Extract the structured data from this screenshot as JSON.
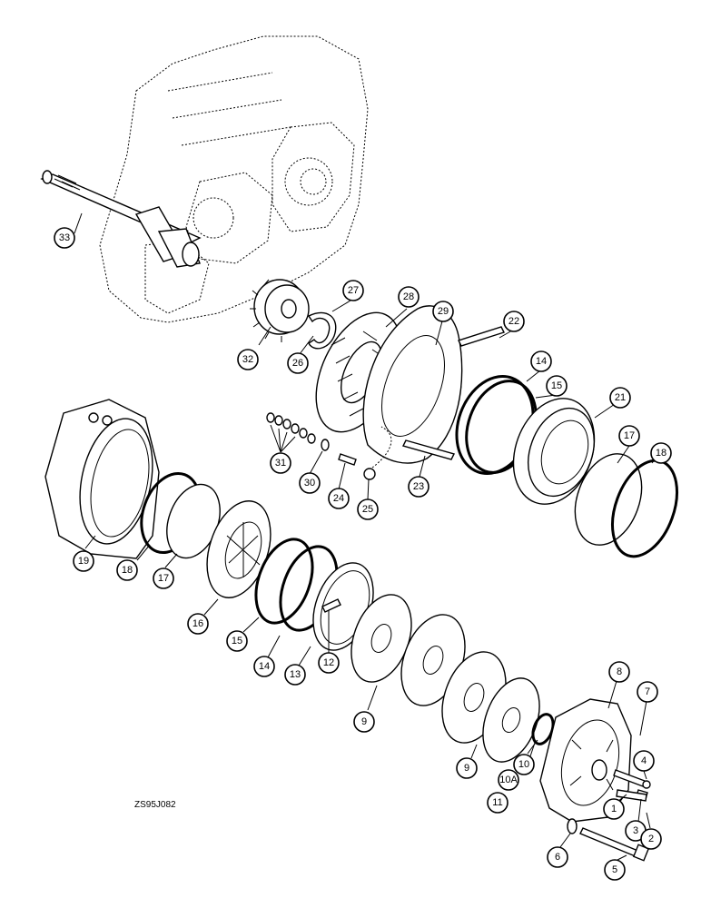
{
  "figure_id": "ZS95J082",
  "callouts": [
    {
      "label": "33"
    },
    {
      "label": "27"
    },
    {
      "label": "28"
    },
    {
      "label": "29"
    },
    {
      "label": "22"
    },
    {
      "label": "32"
    },
    {
      "label": "26"
    },
    {
      "label": "14"
    },
    {
      "label": "15"
    },
    {
      "label": "21"
    },
    {
      "label": "17"
    },
    {
      "label": "18"
    },
    {
      "label": "31"
    },
    {
      "label": "30"
    },
    {
      "label": "24"
    },
    {
      "label": "25"
    },
    {
      "label": "23"
    },
    {
      "label": "19"
    },
    {
      "label": "18"
    },
    {
      "label": "17"
    },
    {
      "label": "16"
    },
    {
      "label": "15"
    },
    {
      "label": "14"
    },
    {
      "label": "13"
    },
    {
      "label": "12"
    },
    {
      "label": "9"
    },
    {
      "label": "9"
    },
    {
      "label": "8"
    },
    {
      "label": "7"
    },
    {
      "label": "4"
    },
    {
      "label": "10"
    },
    {
      "label": "10A"
    },
    {
      "label": "11"
    },
    {
      "label": "1"
    },
    {
      "label": "3"
    },
    {
      "label": "2"
    },
    {
      "label": "6"
    },
    {
      "label": "5"
    }
  ]
}
